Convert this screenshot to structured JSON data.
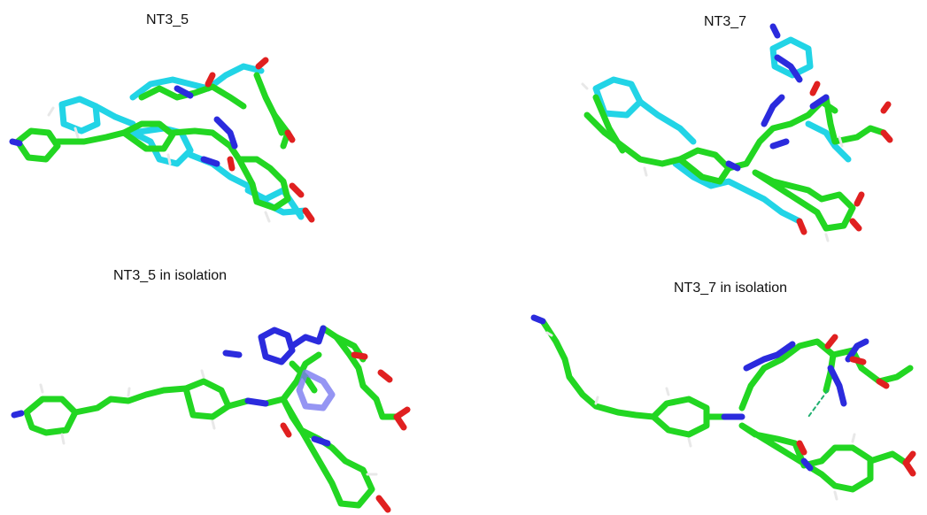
{
  "panels": {
    "top_left": {
      "label": "NT3_5"
    },
    "top_right": {
      "label": "NT3_7"
    },
    "bottom_left": {
      "label": "NT3_5 in isolation"
    },
    "bottom_right": {
      "label": "NT3_7 in isolation"
    }
  },
  "colors": {
    "carbon_green": "#22d622",
    "carbon_cyan": "#22d4e6",
    "nitrogen": "#2b2bdd",
    "oxygen": "#e02020",
    "hydrogen": "#e8e8e8",
    "hbond": "#20b070"
  }
}
